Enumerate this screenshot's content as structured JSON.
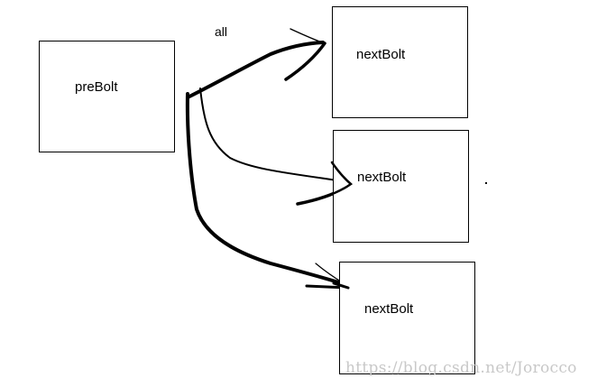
{
  "diagram": {
    "source": {
      "label": "preBolt"
    },
    "targets": [
      {
        "label": "nextBolt"
      },
      {
        "label": "nextBolt"
      },
      {
        "label": "nextBolt"
      }
    ],
    "edge_label": "all"
  },
  "watermark": "https://blog.csdn.net/Jorocco",
  "colors": {
    "stroke": "#000000",
    "background": "#ffffff",
    "watermark": "#c8c8c8"
  }
}
